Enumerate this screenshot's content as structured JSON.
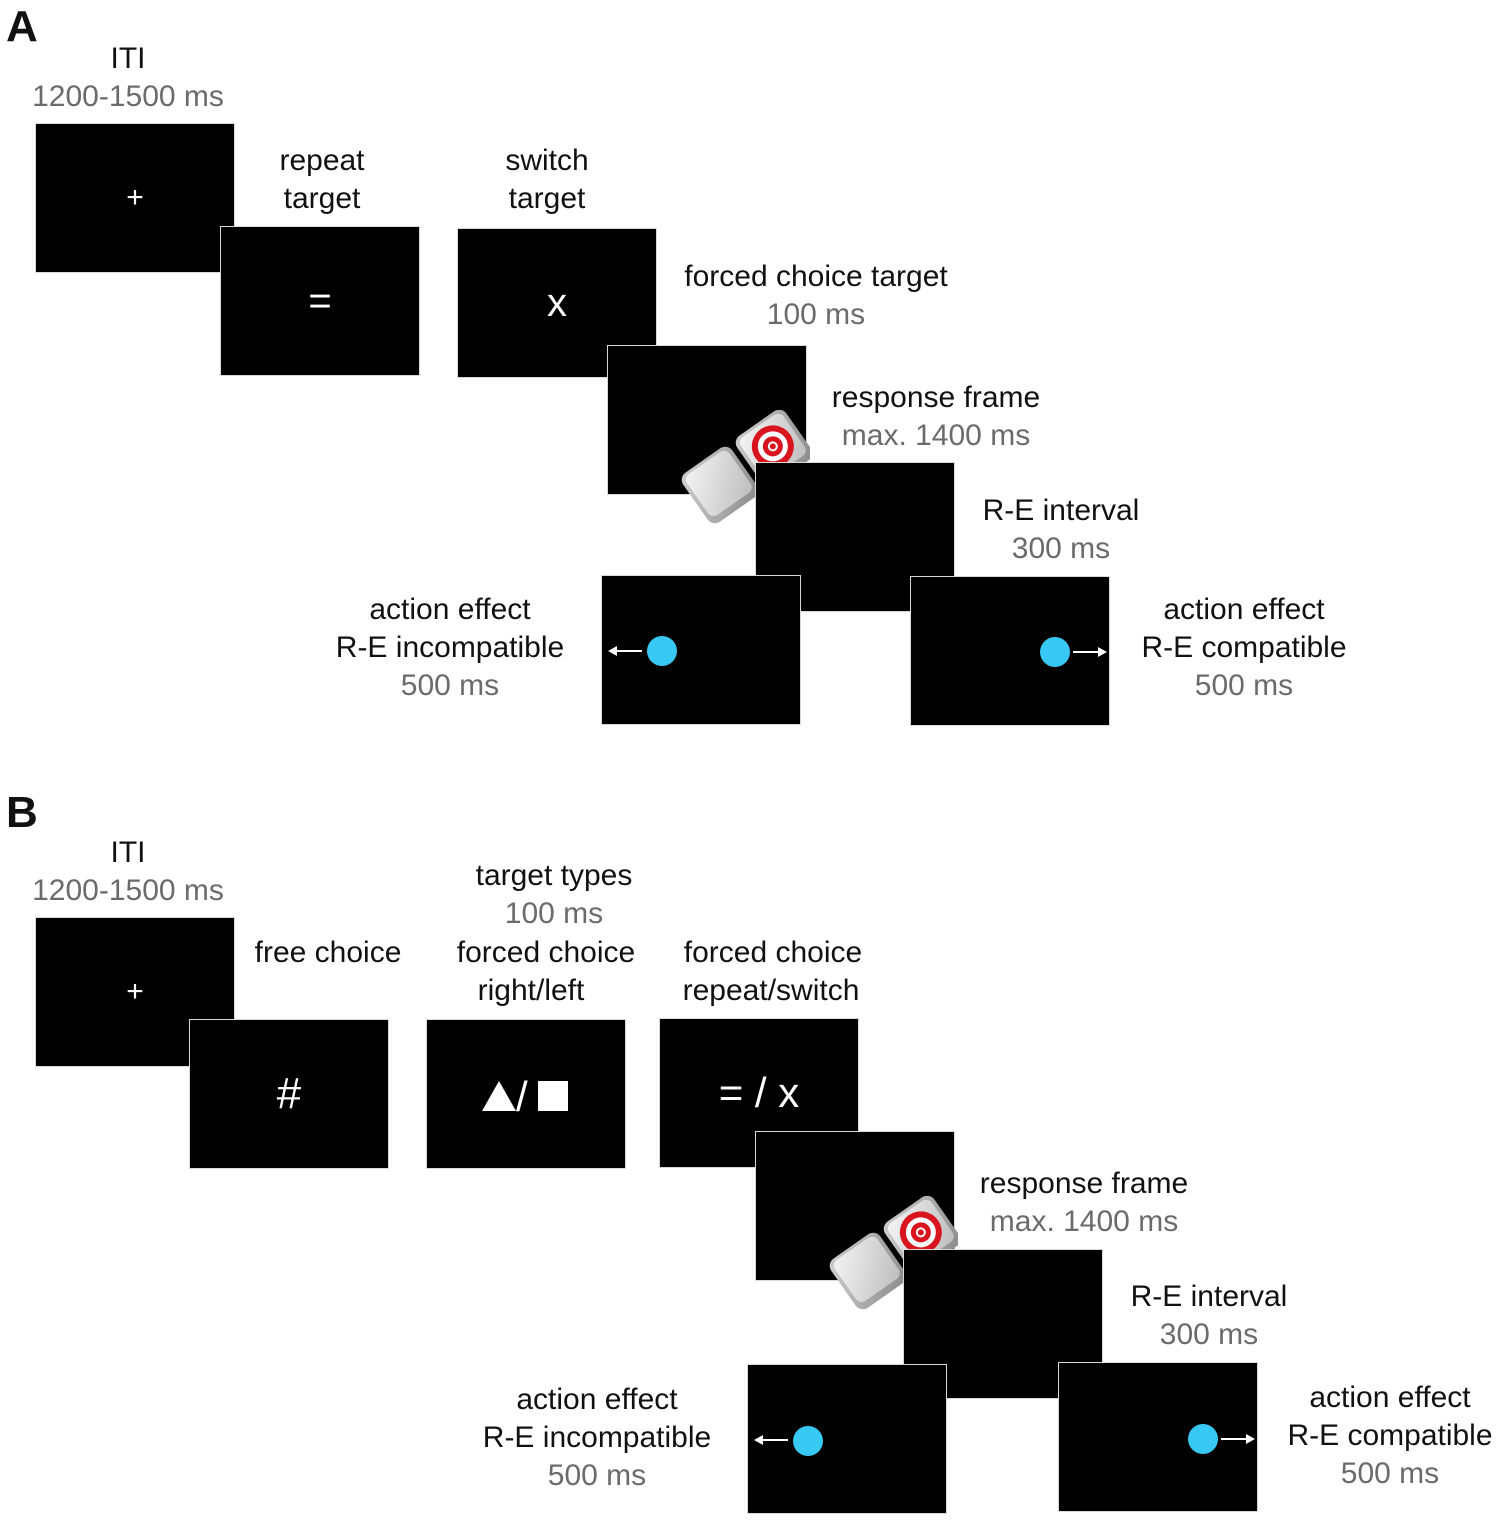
{
  "panelA": {
    "letter": "A",
    "iti": {
      "title": "ITI",
      "duration": "1200-1500 ms",
      "symbol": "+"
    },
    "repeat": {
      "line1": "repeat",
      "line2": "target",
      "symbol": "="
    },
    "switch": {
      "line1": "switch",
      "line2": "target",
      "symbol": "x"
    },
    "forced": {
      "title": "forced choice target",
      "duration": "100 ms"
    },
    "response": {
      "title": "response frame",
      "duration": "max. 1400 ms"
    },
    "re_interval": {
      "title": "R-E interval",
      "duration": "300 ms"
    },
    "incompatible": {
      "line1": "action effect",
      "line2": "R-E incompatible",
      "duration": "500 ms"
    },
    "compatible": {
      "line1": "action effect",
      "line2": "R-E compatible",
      "duration": "500 ms"
    }
  },
  "panelB": {
    "letter": "B",
    "iti": {
      "title": "ITI",
      "duration": "1200-1500 ms",
      "symbol": "+"
    },
    "target_types": {
      "title": "target types",
      "duration": "100 ms"
    },
    "free": {
      "label": "free choice",
      "symbol": "#"
    },
    "forced_rl": {
      "line1": "forced choice",
      "line2": "right/left",
      "symbol": "/"
    },
    "forced_rs": {
      "line1": "forced choice",
      "line2": "repeat/switch",
      "symbol": "= / x"
    },
    "response": {
      "title": "response frame",
      "duration": "max. 1400 ms"
    },
    "re_interval": {
      "title": "R-E interval",
      "duration": "300 ms"
    },
    "incompatible": {
      "line1": "action effect",
      "line2": "R-E incompatible",
      "duration": "500 ms"
    },
    "compatible": {
      "line1": "action effect",
      "line2": "R-E compatible",
      "duration": "500 ms"
    }
  },
  "colors": {
    "screen": "#000000",
    "effect_dot": "#38c8f4",
    "target_red": "#d8141e",
    "duration_text": "#6b6b6b"
  },
  "icons": {
    "response_keys": "keyboard-keys-icon",
    "target": "bullseye-icon",
    "arrow": "arrow-icon"
  }
}
